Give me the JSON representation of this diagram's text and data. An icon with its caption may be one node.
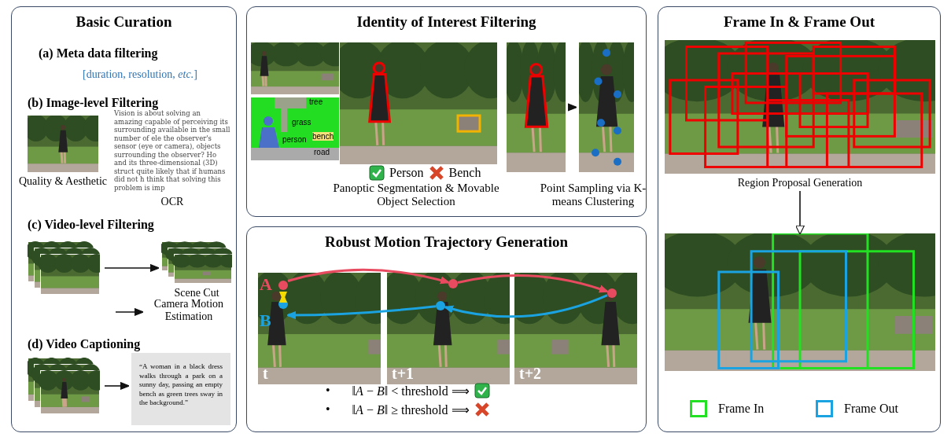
{
  "diagram": {
    "nodes": [
      {
        "text": [
          "Basic Curation"
        ]
      },
      {
        "text": [],
        "shape": "picture",
        "in": 0,
        "beside": [
          "Quality & Aesthetic"
        ]
      },
      {
        "text": [
          "Vision is about solving an amazing capable of perceiving its surrounding available in the small number of ele the observer's sensor (eye or camera), objects surrounding the observer? Ho and its three-dimensional (3D) struct quite likely that if humans did not h think that solving this problem is imp"
        ],
        "in": 0,
        "beside": [
          "OCR"
        ]
      },
      {
        "text": [],
        "shape": "picture",
        "in": 0
      },
      {
        "text": [],
        "shape": "picture",
        "in": 0,
        "beside": [
          "Scene Cut"
        ]
      },
      {
        "text": [
          "Camera Motion Estimation"
        ],
        "in": 0
      },
      {
        "text": [],
        "shape": "picture",
        "in": 0
      },
      {
        "text": [
          "“A woman in a black dress walks through a park on a sunny day, passing an empty bench as green trees sway in the background.”"
        ],
        "in": 0
      },
      {
        "text": [
          "Identity of Interest Filtering"
        ]
      },
      {
        "text": [],
        "shape": "picture",
        "in": 8
      },
      {
        "text": [
          "tree",
          "grass",
          "person",
          "bench",
          "road"
        ],
        "in": 8
      },
      {
        "text": [],
        "shape": "picture",
        "in": 8
      },
      {
        "text": [],
        "shape": "picture",
        "in": 8
      },
      {
        "text": [],
        "shape": "picture",
        "in": 8
      },
      {
        "text": [
          "Robust Motion Trajectory Generation"
        ]
      },
      {
        "text": [
          "t"
        ],
        "in": 14
      },
      {
        "text": [
          "t+1"
        ],
        "in": 14
      },
      {
        "text": [
          "t+2"
        ],
        "in": 14
      },
      {
        "text": [
          "A"
        ],
        "in": 15
      },
      {
        "text": [
          "B"
        ],
        "in": 15
      },
      {
        "text": [],
        "shape": "circle",
        "in": 16
      },
      {
        "text": [],
        "shape": "circle",
        "in": 16
      },
      {
        "text": [],
        "shape": "circle",
        "in": 17
      },
      {
        "text": [
          "Frame In & Frame Out"
        ]
      },
      {
        "text": [],
        "shape": "picture",
        "in": 23,
        "beside": [
          "Region Proposal Generation"
        ]
      },
      {
        "text": [],
        "shape": "picture",
        "in": 23
      }
    ],
    "edges": [
      {
        "from": 3,
        "to": 4,
        "arrow": "to"
      },
      {
        "from": null,
        "to": 5,
        "arrow": "to"
      },
      {
        "from": 6,
        "to": 7,
        "arrow": "to"
      },
      {
        "from": 12,
        "to": 13,
        "arrow": "to"
      },
      {
        "from": 18,
        "to": 19,
        "arrow": "both",
        "color": "#f5dc00"
      },
      {
        "from": 18,
        "to": 20,
        "arrow": "to",
        "color": "#e84a5f"
      },
      {
        "from": 20,
        "to": 22,
        "arrow": "to",
        "color": "#e84a5f"
      },
      {
        "from": 22,
        "to": 21,
        "arrow": "to",
        "color": "#1aa3e0"
      },
      {
        "from": 21,
        "to": 19,
        "arrow": "to",
        "color": "#1aa3e0"
      },
      {
        "from": 24,
        "to": 25,
        "arrow": "to"
      }
    ],
    "labels": [
      "(a) Meta data filtering",
      "[duration, resolution, *etc.*]",
      "(b) Image-level Filtering",
      "(c) Video-level Filtering",
      "(d) Video Captioning",
      "Person",
      "Bench",
      "Panoptic Segmentation & Movable Object Selection",
      "Point Sampling via K-means Clustering",
      "•",
      "‖*A* − *B*‖ < threshold ⟹",
      "•",
      "‖*A* − *B*‖ ≥ threshold ⟹"
    ],
    "legend": [
      {
        "text": "Frame In"
      },
      {
        "text": "Frame Out"
      }
    ]
  }
}
